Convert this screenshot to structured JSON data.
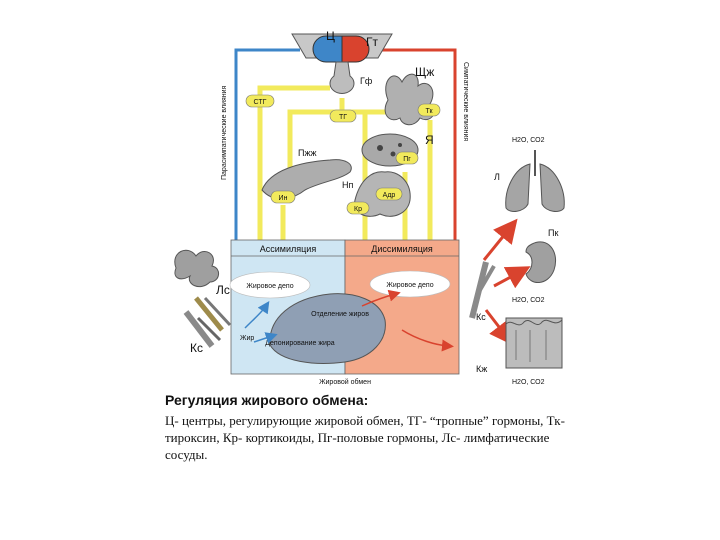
{
  "glands": {
    "center_c": "Ц",
    "hypothalamus": "Гт",
    "pituitary": "Гф",
    "thyroid": "Щж",
    "pancreas": "Пжж",
    "ovary": "Я",
    "adrenal": "Нп"
  },
  "hormones": {
    "stg": "СТГ",
    "tg": "ТГ",
    "tk": "Тк",
    "in": "Ин",
    "pg": "Пг",
    "adr": "Адр",
    "kr": "Кр"
  },
  "pathways": {
    "parasympathetic": "Парасимпатические влияния",
    "sympathetic": "Симпатические влияния"
  },
  "panels": {
    "assimilation": "Ассимиляция",
    "dissimilation": "Диссимиляция",
    "fat_depot_left": "Жировое депо",
    "fat_depot_right": "Жировое депо",
    "fat_label": "Жир",
    "deposition": "Депонирование жира",
    "release": "Отделение жиров",
    "fat_metabolism": "Жировой обмен"
  },
  "organs": {
    "ls": "Лс",
    "ks_left": "Кс",
    "ks_right": "Кс",
    "lungs": "Л",
    "kidney": "Пк",
    "skin": "Кж"
  },
  "products": {
    "lungs": "Н2О, СО2",
    "kidney": "Н2О, СО2",
    "skin": "Н2О, СО2"
  },
  "caption": {
    "title": "Регуляция жирового обмена:",
    "body": "Ц- центры, регулирующие жировой обмен, ТГ- “тропные” гормоны, Тк- тироксин, Кр- кортикоиды, Пг-половые гормоны, Лс- лимфатические сосуды."
  },
  "colors": {
    "yellow": "#f2ea5c",
    "blue_panel": "#cfe6f3",
    "peach_panel": "#f4a98a",
    "red": "#d9432e",
    "blue": "#3e86c8"
  }
}
